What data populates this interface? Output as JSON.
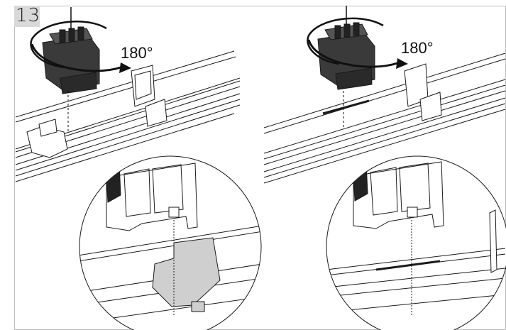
{
  "step": {
    "number": "13"
  },
  "panels": [
    {
      "id": "left",
      "rotation_label": "180°"
    },
    {
      "id": "right",
      "rotation_label": "180°"
    }
  ],
  "colors": {
    "line": "#1a1a1a",
    "fill_gray": "#cfcfcf",
    "step_box": "#d9d9d9",
    "border": "#bdbdbd"
  }
}
